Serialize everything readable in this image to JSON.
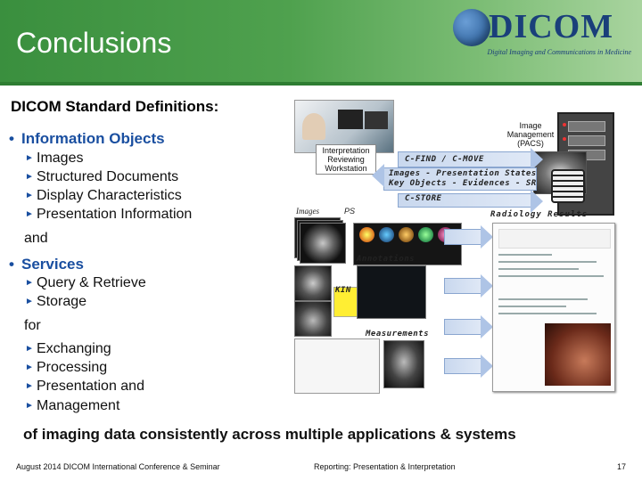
{
  "slide": {
    "title": "Conclusions",
    "logo_word": "DICOM",
    "logo_tagline": "Digital Imaging and Communications in Medicine",
    "heading": "DICOM Standard Definitions:",
    "info_objects": {
      "label": "Information Objects",
      "items": [
        "Images",
        "Structured Documents",
        "Display Characteristics",
        "Presentation Information"
      ]
    },
    "and_text": "and",
    "services": {
      "label": "Services",
      "items": [
        "Query & Retrieve",
        "Storage"
      ]
    },
    "for_text": "for",
    "purposes": [
      "Exchanging",
      "Processing",
      "Presentation and",
      "Management"
    ],
    "conclusion": "of imaging data consistently across multiple applications & systems"
  },
  "diagram": {
    "workstation_label": "Interpretation Reviewing Workstation",
    "pacs_label": "Image Management (PACS)",
    "cfind": "C-FIND / C-MOVE",
    "presentation_states": "Images - Presentation States",
    "key_objects": "Key Objects - Evidences - SR",
    "cstore": "C-STORE",
    "images_label": "Images",
    "ps_label": "PS",
    "radiology_results": "Radiology Results",
    "annotations": "Annotations",
    "kin": "KIN",
    "measurements": "Measurements"
  },
  "footer": {
    "left": "August 2014 DICOM International Conference & Seminar",
    "center": "Reporting: Presentation & Interpretation",
    "page": "17"
  },
  "colors": {
    "title_bar": "#4fa14e",
    "bullet_blue": "#1a4fa0",
    "logo_blue": "#1a3f7a"
  }
}
